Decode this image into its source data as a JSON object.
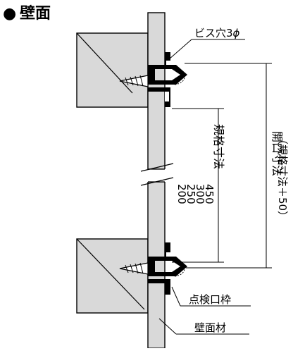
{
  "heading": {
    "bullet": "●",
    "title": "壁面"
  },
  "labels": {
    "screw_hole": "ビス穴3",
    "phi": "ϕ",
    "inspection_frame": "点検口枠",
    "wall_material": "壁面材"
  },
  "dimensions": {
    "standard_size": "規格寸法",
    "size_values": [
      "200",
      "250",
      "300",
      "450"
    ],
    "opening_size": "開口寸法",
    "opening_formula": "（規格寸法＋50）"
  },
  "colors": {
    "stud_fill": "#d9d9d9",
    "wall_fill": "#d9d9d9",
    "line": "#000000"
  }
}
